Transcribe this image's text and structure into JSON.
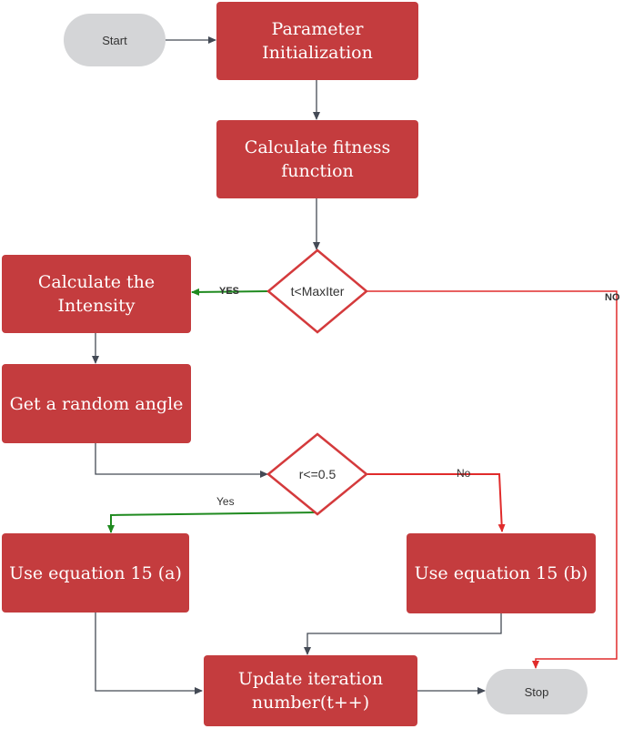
{
  "colors": {
    "box": "#c43c3e",
    "pill": "#d4d5d7",
    "connector": "#444a55",
    "yes": "#1f8a1f",
    "no": "#e02b2b"
  },
  "nodes": {
    "start": "Start",
    "param_init": "Parameter\nInitialization",
    "calc_fitness": "Calculate fitness\nfunction",
    "cond_iter": "t<MaxIter",
    "calc_intensity": "Calculate  the\nIntensity",
    "random_angle": "Get a random angle",
    "cond_r": "r<=0.5",
    "eq_a": "Use equation 15 (a)",
    "eq_b": "Use equation 15 (b)",
    "update": "Update iteration\nnumber(t++)",
    "stop": "Stop"
  },
  "edge_labels": {
    "yes_iter": "YES",
    "no_iter": "NO",
    "yes_r": "Yes",
    "no_r": "No"
  }
}
